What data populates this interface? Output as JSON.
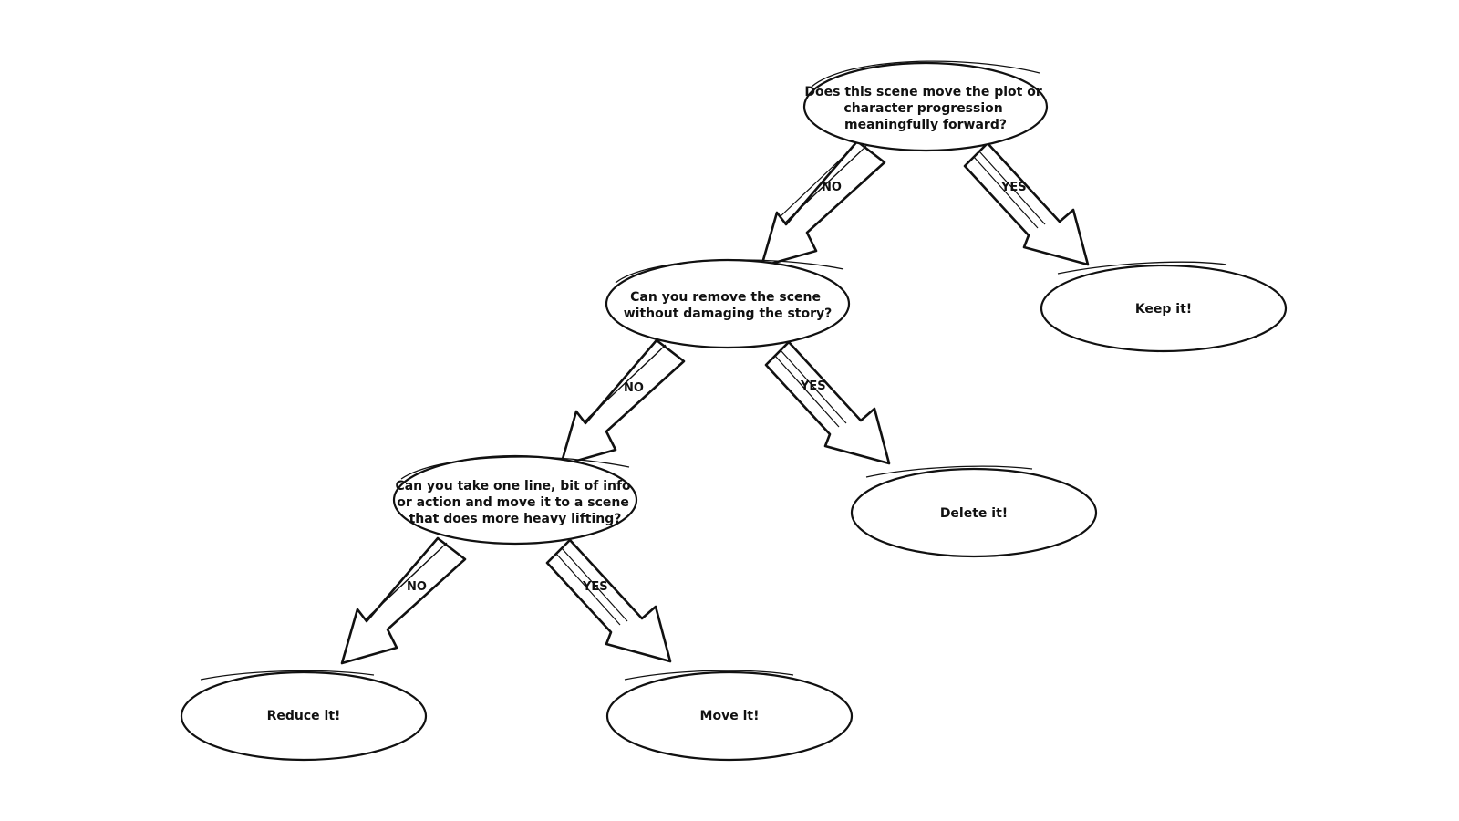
{
  "nodes": {
    "q1": {
      "lines": [
        "Does this scene move the plot or",
        "character progression",
        "meaningfully forward?"
      ]
    },
    "q2": {
      "lines": [
        "Can you remove the scene",
        "without damaging the story?"
      ]
    },
    "q3": {
      "lines": [
        "Can you take one line, bit of info",
        "or action and move it to a scene",
        "that does more heavy lifting?"
      ]
    },
    "keep": {
      "lines": [
        "Keep it!"
      ]
    },
    "delete": {
      "lines": [
        "Delete it!"
      ]
    },
    "reduce": {
      "lines": [
        "Reduce it!"
      ]
    },
    "move": {
      "lines": [
        "Move it!"
      ]
    }
  },
  "edges": {
    "q1_no": "NO",
    "q1_yes": "YES",
    "q2_no": "NO",
    "q2_yes": "YES",
    "q3_no": "NO",
    "q3_yes": "YES"
  }
}
